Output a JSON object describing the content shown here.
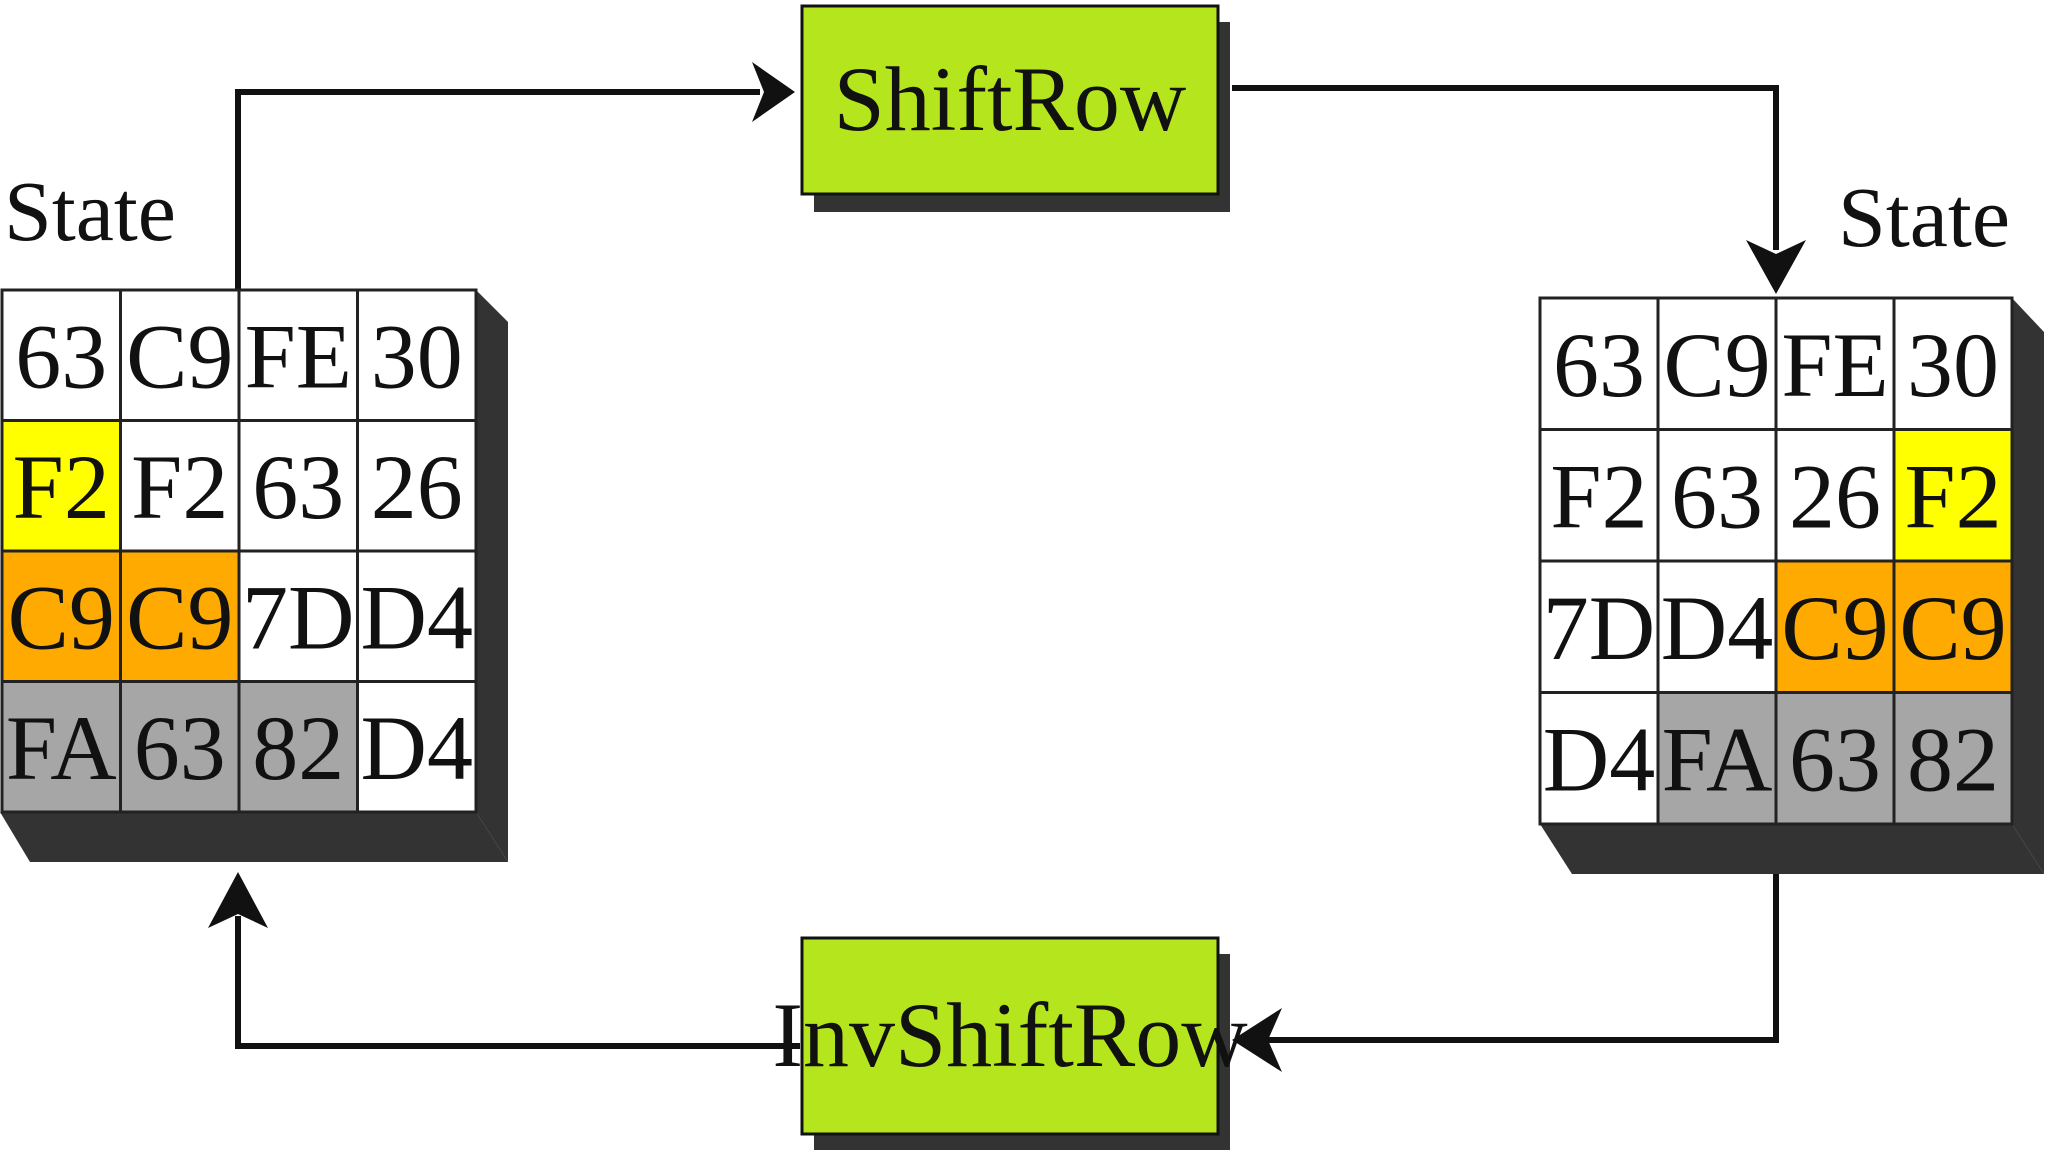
{
  "left_state": {
    "label": "State",
    "rows": [
      [
        "63",
        "C9",
        "FE",
        "30"
      ],
      [
        "F2",
        "F2",
        "63",
        "26"
      ],
      [
        "C9",
        "C9",
        "7D",
        "D4"
      ],
      [
        "FA",
        "63",
        "82",
        "D4"
      ]
    ],
    "fills": [
      [
        "white",
        "white",
        "white",
        "white"
      ],
      [
        "yellow",
        "white",
        "white",
        "white"
      ],
      [
        "orange",
        "orange",
        "white",
        "white"
      ],
      [
        "gray",
        "gray",
        "gray",
        "white"
      ]
    ]
  },
  "right_state": {
    "label": "State",
    "rows": [
      [
        "63",
        "C9",
        "FE",
        "30"
      ],
      [
        "F2",
        "63",
        "26",
        "F2"
      ],
      [
        "7D",
        "D4",
        "C9",
        "C9"
      ],
      [
        "D4",
        "FA",
        "63",
        "82"
      ]
    ],
    "fills": [
      [
        "white",
        "white",
        "white",
        "white"
      ],
      [
        "white",
        "white",
        "white",
        "yellow"
      ],
      [
        "white",
        "white",
        "orange",
        "orange"
      ],
      [
        "white",
        "gray",
        "gray",
        "gray"
      ]
    ]
  },
  "operations": {
    "forward": "ShiftRow",
    "inverse": "InvShiftRow"
  },
  "colors": {
    "white": "#ffffff",
    "yellow": "#ffff00",
    "orange": "#ffaa00",
    "gray": "#a6a6a6",
    "op_box": "#b5e61d",
    "shadow": "#333333"
  }
}
